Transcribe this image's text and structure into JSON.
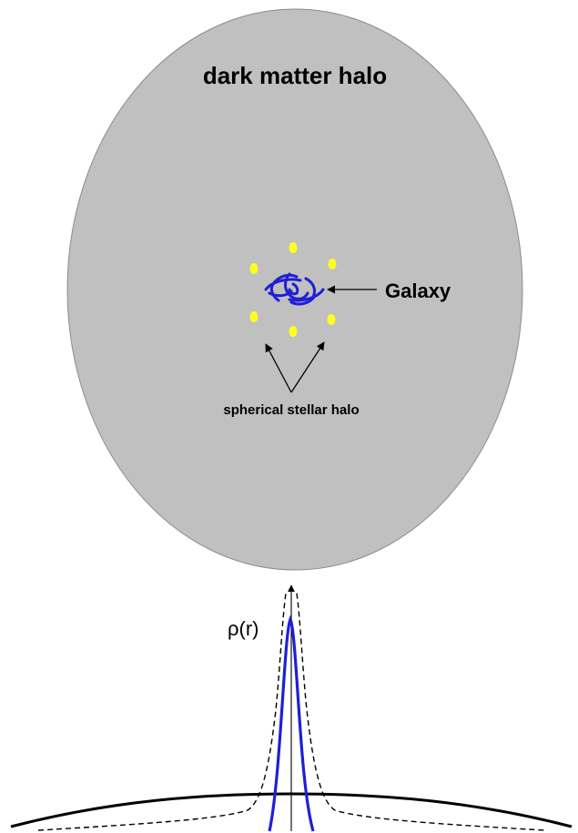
{
  "labels": {
    "halo_title": "dark matter halo",
    "galaxy": "Galaxy",
    "stellar_halo": "spherical stellar halo",
    "density_axis": "ρ(r)"
  },
  "colors": {
    "halo_fill": "#c0c0c0",
    "halo_stroke": "#8c8c8c",
    "galaxy": "#1f1fd6",
    "stars": "#ffff1f",
    "profile_galaxy": "#1f1fd6",
    "ink": "#000000"
  },
  "icons": {
    "galaxy": "spiral-galaxy-icon",
    "star": "yellow-star-dot"
  }
}
